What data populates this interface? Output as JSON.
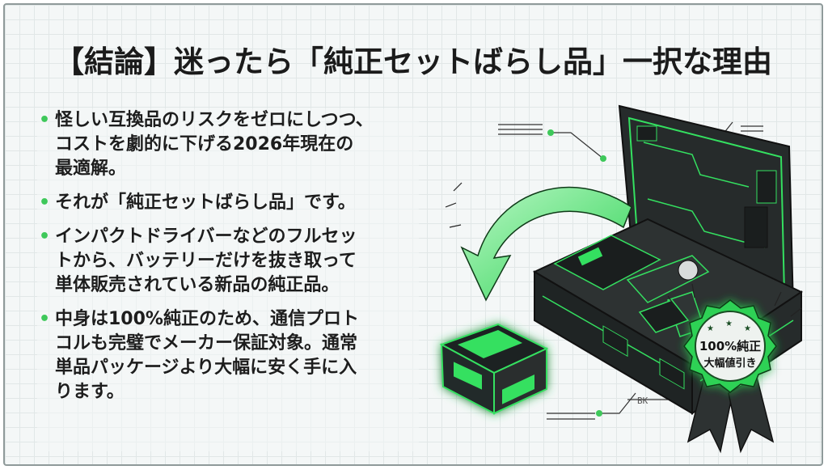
{
  "title": "【結論】迷ったら「純正セットばらし品」一択な理由",
  "bullets": [
    {
      "line1": "怪しい互換品のリスクをゼロにしつつ、",
      "line2": "コストを劇的に下げる2026年現在の",
      "line3": "最適解。"
    },
    {
      "line1": "それが「純正セットばらし品」です。"
    },
    {
      "line1": "インパクトドライバーなどのフルセッ",
      "line2": "トから、バッテリーだけを抜き取って",
      "line3": "単体販売されている新品の純正品。"
    },
    {
      "line1": "中身は100%純正のため、通信プロト",
      "line2": "コルも完璧でメーカー保証対象。通常",
      "line3": "単品パッケージより大幅に安く手に入",
      "line4": "ります。"
    }
  ],
  "badge": {
    "line1": "100%純正",
    "line2": "大幅値引き"
  },
  "annotation_label": "BK",
  "colors": {
    "accent": "#3ec85a",
    "case": "#2a2f2f",
    "case_line": "#34e060",
    "title": "#1b1b1b"
  },
  "icons": {
    "bullet": "green-dot",
    "badge": "ribbon-award-icon",
    "arrow": "curved-arrow-icon"
  }
}
